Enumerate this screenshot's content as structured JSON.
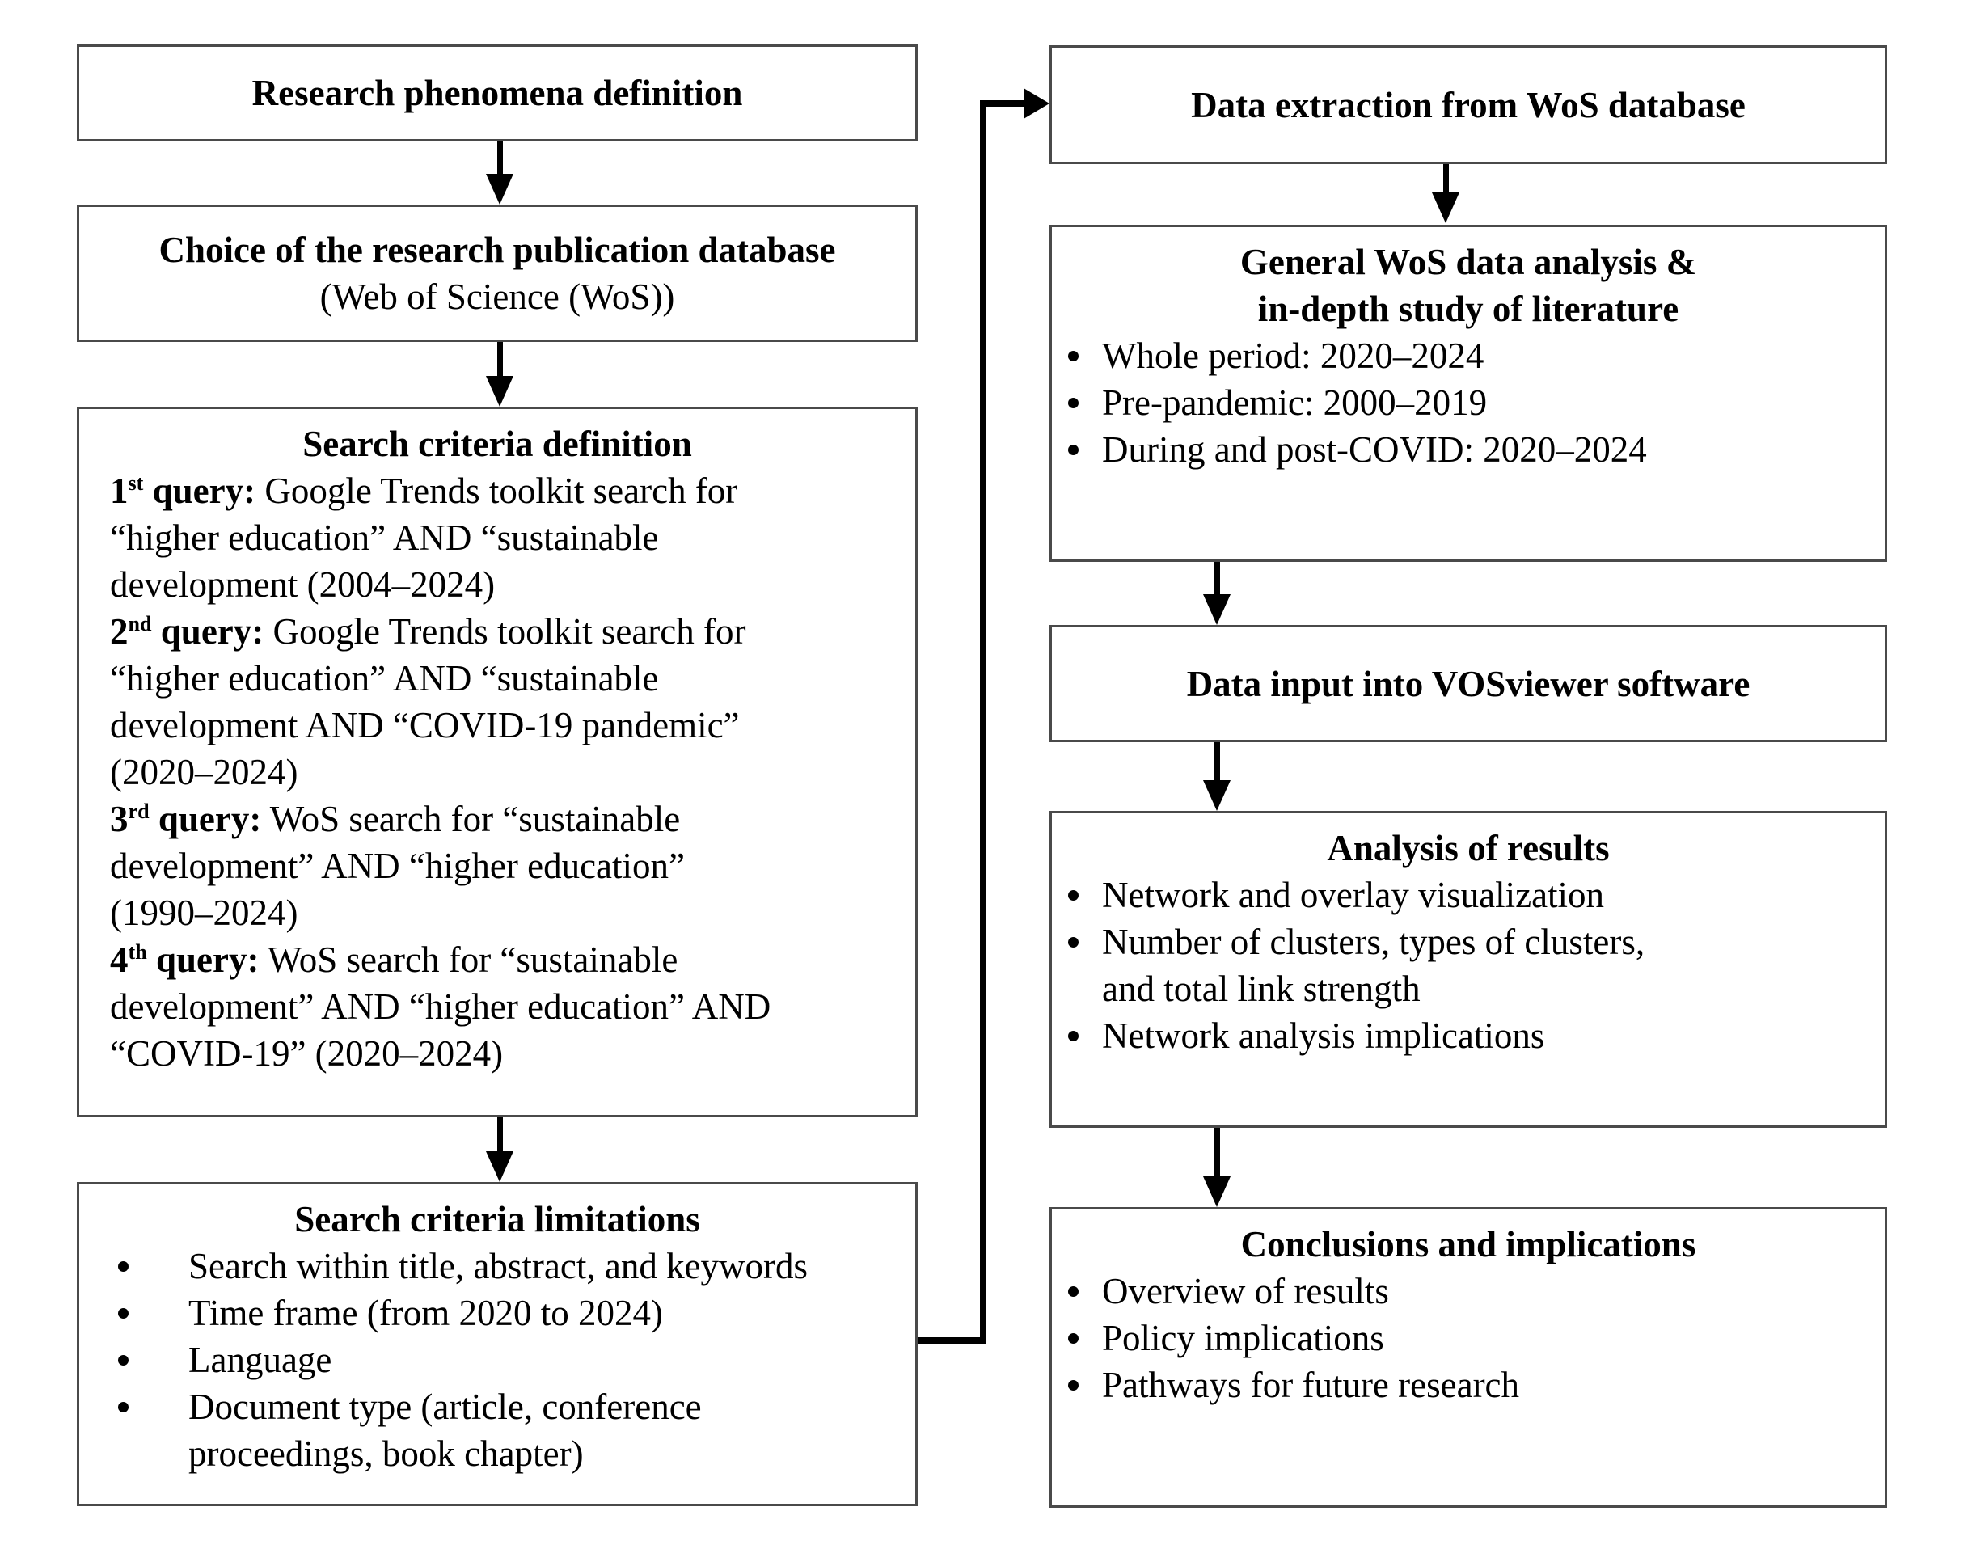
{
  "boxes": {
    "l1": {
      "title": "Research phenomena definition"
    },
    "l2": {
      "title": "Choice of the research publication database",
      "subtitle": "(Web of Science (WoS))"
    },
    "l3": {
      "title": "Search criteria definition",
      "lines": [
        {
          "bold": "1",
          "sup": "st",
          "bold2": " query:",
          "text": " Google Trends toolkit search for"
        },
        {
          "text": "“higher education” AND “sustainable"
        },
        {
          "text": "development (2004–2024)"
        },
        {
          "bold": "2",
          "sup": "nd",
          "bold2": " query:",
          "text": " Google Trends toolkit search for"
        },
        {
          "text": "“higher education” AND “sustainable"
        },
        {
          "text": "development AND “COVID-19 pandemic”"
        },
        {
          "text": "(2020–2024)"
        },
        {
          "bold": "3",
          "sup": "rd",
          "bold2": " query:",
          "text": " WoS search for “sustainable"
        },
        {
          "text": "development” AND “higher education”"
        },
        {
          "text": "(1990–2024)"
        },
        {
          "bold": "4",
          "sup": "th",
          "bold2": " query:",
          "text": " WoS search for “sustainable"
        },
        {
          "text": "development” AND “higher education” AND"
        },
        {
          "text": "“COVID-19” (2020–2024)"
        }
      ]
    },
    "l4": {
      "title": "Search criteria limitations",
      "bullets": [
        {
          "lines": [
            "Search within title, abstract, and keywords"
          ]
        },
        {
          "lines": [
            "Time frame (from 2020 to 2024)"
          ]
        },
        {
          "lines": [
            "Language"
          ]
        },
        {
          "lines": [
            "Document type (article, conference",
            "proceedings, book chapter)"
          ]
        }
      ]
    },
    "r1": {
      "title": "Data extraction from WoS database"
    },
    "r2": {
      "title_lines": [
        "General WoS data analysis &",
        "in-depth study of literature"
      ],
      "bullets": [
        {
          "lines": [
            "Whole period: 2020–2024"
          ]
        },
        {
          "lines": [
            "Pre-pandemic: 2000–2019"
          ]
        },
        {
          "lines": [
            "During and post-COVID: 2020–2024"
          ]
        }
      ]
    },
    "r3": {
      "title": "Data input into VOSviewer software"
    },
    "r4": {
      "title": "Analysis of results",
      "bullets": [
        {
          "lines": [
            "Network and overlay visualization"
          ]
        },
        {
          "lines": [
            "Number of clusters, types of clusters,",
            "and total link strength"
          ]
        },
        {
          "lines": [
            "Network analysis implications"
          ]
        }
      ]
    },
    "r5": {
      "title": "Conclusions and implications",
      "bullets": [
        {
          "lines": [
            "Overview of results"
          ]
        },
        {
          "lines": [
            "Policy implications"
          ]
        },
        {
          "lines": [
            "Pathways for future research"
          ]
        }
      ]
    }
  },
  "colors": {
    "background": "#ffffff",
    "box_border": "#4a4a4a",
    "text": "#000000",
    "arrow": "#000000"
  }
}
